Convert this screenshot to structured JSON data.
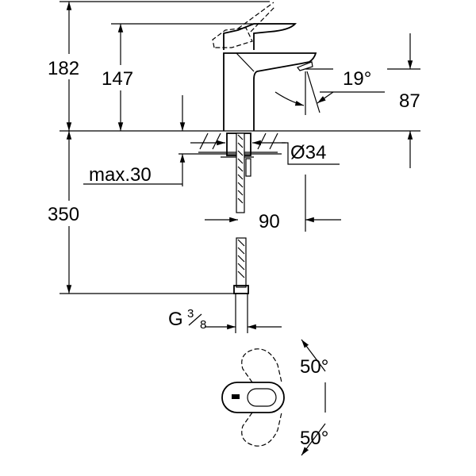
{
  "dimensions": {
    "total_height": "182",
    "spout_height": "147",
    "spout_angle": "19°",
    "outlet_height": "87",
    "max_thickness": "max.30",
    "hole_diameter": "Ø34",
    "hose_length": "350",
    "projection": "90",
    "connection_prefix": "G",
    "connection_num": "3",
    "connection_den": "8",
    "lever_angle_top": "50°",
    "lever_angle_bottom": "50°"
  }
}
